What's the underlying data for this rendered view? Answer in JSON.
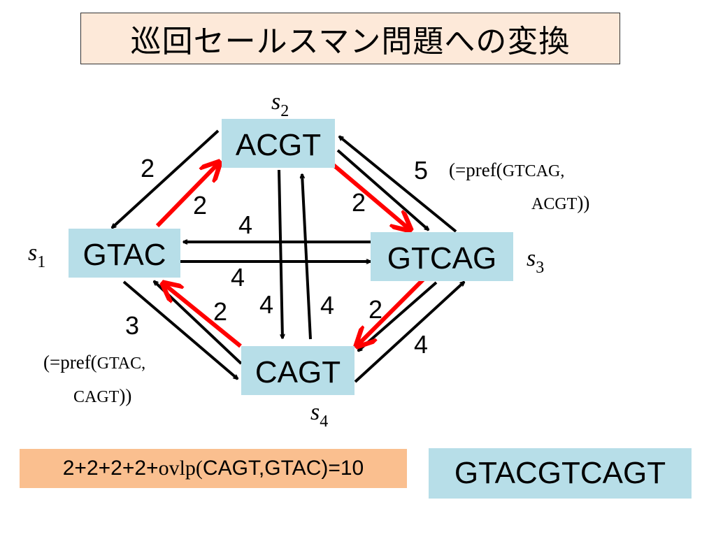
{
  "title": "巡回セールスマン問題への変換",
  "nodes": [
    {
      "id": "s1",
      "label": "GTAC",
      "var": "s",
      "sub": "1"
    },
    {
      "id": "s2",
      "label": "ACGT",
      "var": "s",
      "sub": "2"
    },
    {
      "id": "s3",
      "label": "GTCAG",
      "var": "s",
      "sub": "3"
    },
    {
      "id": "s4",
      "label": "CAGT",
      "var": "s",
      "sub": "4"
    }
  ],
  "edges": [
    {
      "from": "s2",
      "to": "s1",
      "weight": "2",
      "highlighted": false
    },
    {
      "from": "s1",
      "to": "s2",
      "weight": "2",
      "highlighted": true
    },
    {
      "from": "s3",
      "to": "s2",
      "weight": "5",
      "highlighted": false
    },
    {
      "from": "s2",
      "to": "s3",
      "weight": "2",
      "highlighted": true
    },
    {
      "from": "s3",
      "to": "s1",
      "weight": "4",
      "highlighted": false
    },
    {
      "from": "s1",
      "to": "s3",
      "weight": "4",
      "highlighted": false
    },
    {
      "from": "s2",
      "to": "s4",
      "weight": "4",
      "highlighted": false
    },
    {
      "from": "s4",
      "to": "s2",
      "weight": "4",
      "highlighted": false
    },
    {
      "from": "s1",
      "to": "s4",
      "weight": "3",
      "highlighted": false
    },
    {
      "from": "s4",
      "to": "s1",
      "weight": "2",
      "highlighted": true
    },
    {
      "from": "s3",
      "to": "s4",
      "weight": "2",
      "highlighted": true
    },
    {
      "from": "s4",
      "to": "s3",
      "weight": "4",
      "highlighted": false
    }
  ],
  "notes": {
    "s3_s2": {
      "prefix": "(=pref(",
      "line1": "GTCAG,",
      "line2": "ACGT",
      "suffix": "))"
    },
    "s1_s4": {
      "prefix": "(=pref(",
      "line1": "GTAC,",
      "line2": "CAGT",
      "suffix": "))"
    }
  },
  "formula": {
    "part1": "2+2+2+2+",
    "part2": "ovlp(",
    "part3": "CAGT,GTAC",
    "part4": ")=10"
  },
  "result": "GTACGTCAGT",
  "colors": {
    "title_bg": "#fde9d9",
    "node_bg": "#b7dee8",
    "formula_bg": "#fabf8f",
    "highlight": "#ff0000",
    "edge": "#000000"
  }
}
